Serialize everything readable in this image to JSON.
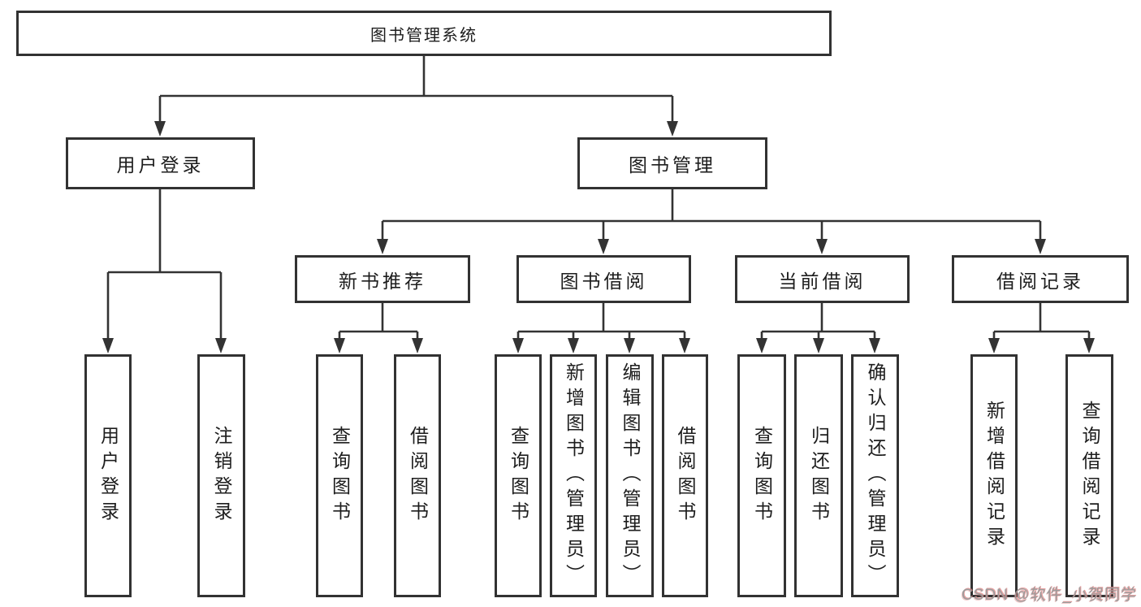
{
  "diagram_title": "图书管理系统",
  "tree": {
    "root": {
      "label": "图书管理系统"
    },
    "branches": [
      {
        "label": "用户登录",
        "children": [
          {
            "label": "用户登录"
          },
          {
            "label": "注销登录"
          }
        ]
      },
      {
        "label": "图书管理",
        "children": [
          {
            "label": "新书推荐",
            "children": [
              {
                "label": "查询图书"
              },
              {
                "label": "借阅图书"
              }
            ]
          },
          {
            "label": "图书借阅",
            "children": [
              {
                "label": "查询图书"
              },
              {
                "label": "新增图书（管理员）"
              },
              {
                "label": "编辑图书（管理员）"
              },
              {
                "label": "借阅图书"
              }
            ]
          },
          {
            "label": "当前借阅",
            "children": [
              {
                "label": "查询图书"
              },
              {
                "label": "归还图书"
              },
              {
                "label": "确认归还（管理员）"
              }
            ]
          },
          {
            "label": "借阅记录",
            "children": [
              {
                "label": "新增借阅记录"
              },
              {
                "label": "查询借阅记录"
              }
            ]
          }
        ]
      }
    ]
  },
  "watermark": {
    "text": "CSDN @软件_小贺同学"
  },
  "colors": {
    "box_border": "#323232",
    "connector_line": "#333333",
    "text": "#1d1d1d",
    "background": "#ffffff",
    "watermark_gray": "#9c9c9c",
    "watermark_red": "#dd8282"
  }
}
